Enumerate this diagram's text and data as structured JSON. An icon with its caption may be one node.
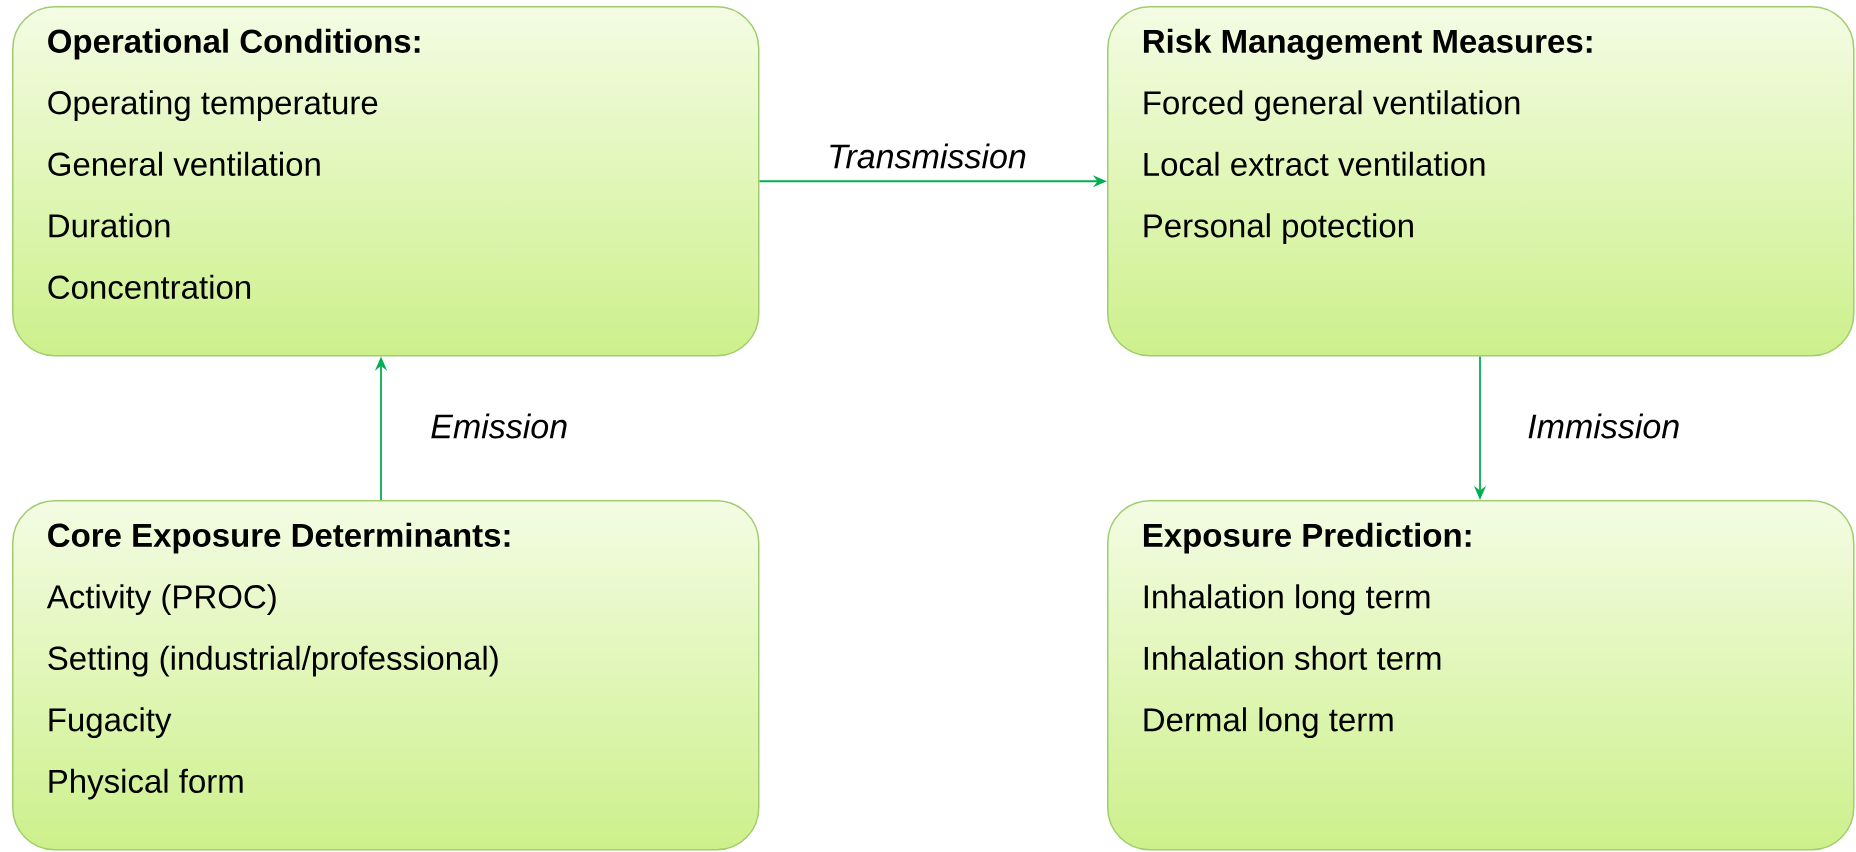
{
  "diagram": {
    "nodes": [
      {
        "text": [
          "Operational Conditions:",
          "Operating temperature",
          "General ventilation",
          "Duration",
          "Concentration"
        ]
      },
      {
        "text": [
          "Risk Management Measures:",
          "Forced general ventilation",
          "Local extract ventilation",
          "Personal potection"
        ]
      },
      {
        "text": [
          "Core Exposure Determinants:",
          "Activity (PROC)",
          "Setting (industrial/professional)",
          "Fugacity",
          "Physical form"
        ]
      },
      {
        "text": [
          "Exposure Prediction:",
          "Inhalation long term",
          "Inhalation short term",
          "Dermal long term"
        ]
      }
    ],
    "edges": [
      {
        "from": 2,
        "to": 0,
        "arrow": "to",
        "label": "Emission"
      },
      {
        "from": 0,
        "to": 1,
        "arrow": "to",
        "label": "Transmission"
      },
      {
        "from": 1,
        "to": 3,
        "arrow": "to",
        "label": "Immission"
      }
    ]
  }
}
